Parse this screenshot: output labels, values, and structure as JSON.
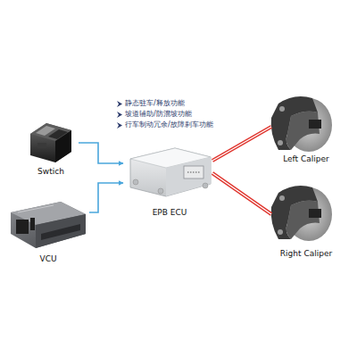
{
  "diagram": {
    "nodes": [
      {
        "text": [
          "Swtich"
        ]
      },
      {
        "text": [
          "VCU"
        ]
      },
      {
        "text": [
          "EPB ECU"
        ]
      },
      {
        "text": [
          "Left Caliper"
        ]
      },
      {
        "text": [
          "Right Caliper"
        ]
      }
    ],
    "edges": [
      {
        "from": 0,
        "to": 2,
        "arrow": "to"
      },
      {
        "from": 1,
        "to": 2,
        "arrow": "to"
      },
      {
        "from": 2,
        "to": 3,
        "arrow": "none"
      },
      {
        "from": 2,
        "to": 4,
        "arrow": "none"
      }
    ],
    "labels": [
      "静态驻车/释放功能",
      "坡道辅助/防溜坡功能",
      "行车制动冗余/故障刹车功能"
    ]
  }
}
